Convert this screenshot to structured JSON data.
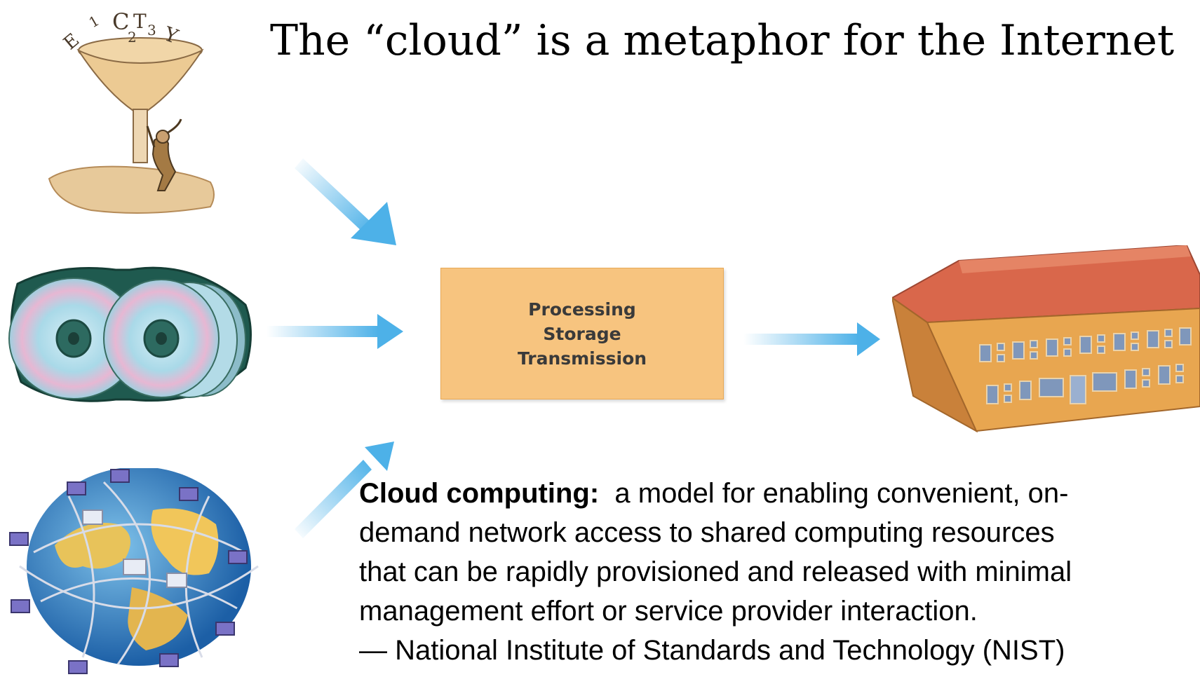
{
  "slide": {
    "title": "The “cloud” is a metaphor for the Internet",
    "process_box": {
      "lines": [
        "Processing",
        "Storage",
        "Transmission"
      ]
    },
    "definition": {
      "term": "Cloud computing:",
      "lines": [
        "a model for enabling convenient, on-",
        "demand network access to shared computing resources",
        "that can be rapidly provisioned and released with minimal",
        "management effort or service provider interaction.",
        "— National Institute of Standards and Technology (NIST)"
      ]
    },
    "icons": {
      "funnel": "funnel-data-icon",
      "discs": "cd-wallet-icon",
      "globe": "network-globe-icon",
      "building": "building-icon"
    },
    "colors": {
      "arrow": "#4db1e8",
      "box_fill": "#f7c47f",
      "roof": "#d9674b",
      "wall": "#e8a650"
    }
  }
}
